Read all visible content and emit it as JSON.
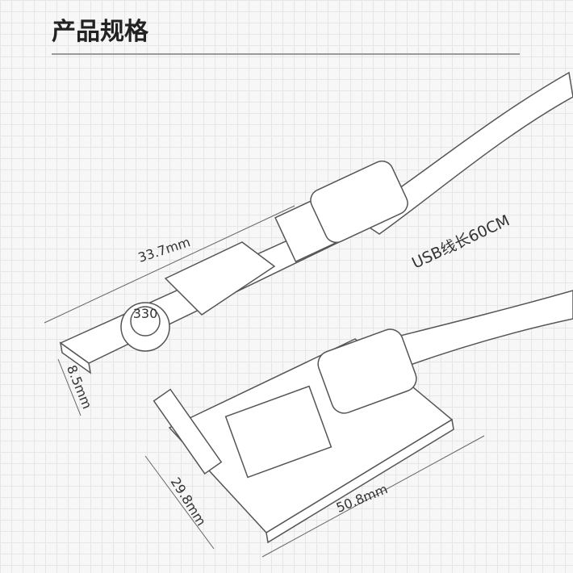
{
  "header": {
    "title": "产品规格"
  },
  "dimensions": {
    "board_small_length": "33.7mm",
    "board_small_width": "8.5mm",
    "board_large_width": "29.8mm",
    "board_large_length": "50.8mm"
  },
  "cable": {
    "label": "USB线长60CM"
  },
  "components": {
    "inductor_marking": "330"
  }
}
